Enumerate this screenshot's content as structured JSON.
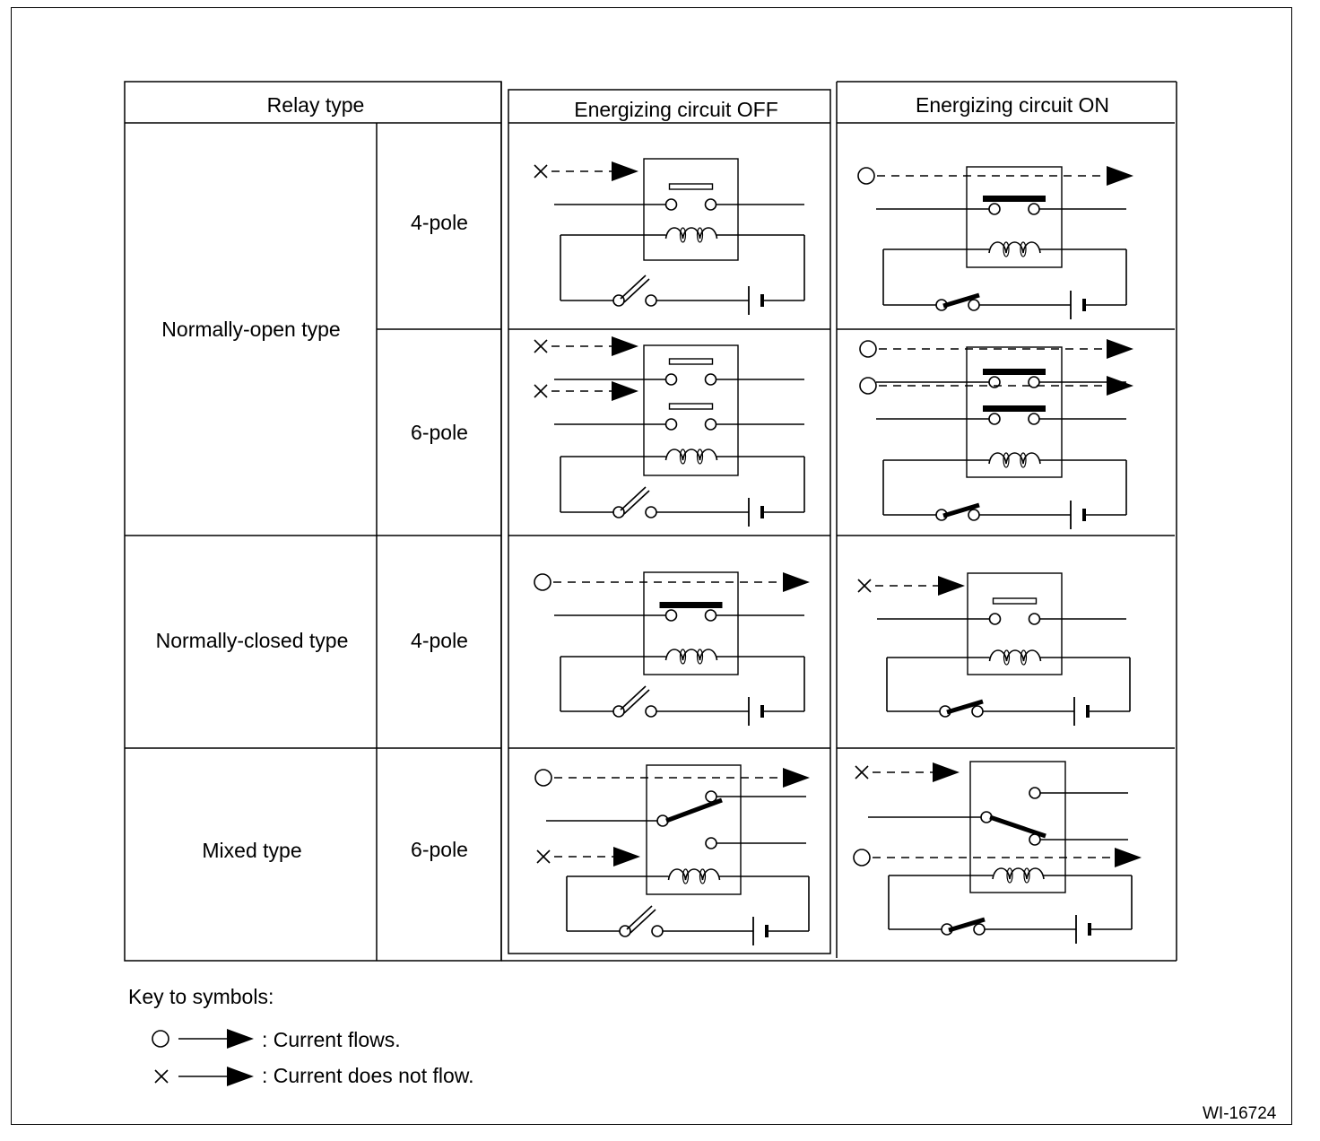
{
  "table": {
    "headers": {
      "relay_type": "Relay type",
      "off": "Energizing circuit OFF",
      "on": "Energizing circuit ON"
    },
    "rows": [
      {
        "type": "Normally-open type",
        "pole": "4-pole",
        "off": {
          "contacts": [
            {
              "state": "open",
              "flow": "×"
            }
          ]
        },
        "on": {
          "contacts": [
            {
              "state": "closed",
              "flow": "○"
            }
          ]
        }
      },
      {
        "type": "",
        "pole": "6-pole",
        "off": {
          "contacts": [
            {
              "state": "open",
              "flow": "×"
            },
            {
              "state": "open",
              "flow": "×"
            }
          ]
        },
        "on": {
          "contacts": [
            {
              "state": "closed",
              "flow": "○"
            },
            {
              "state": "closed",
              "flow": "○"
            }
          ]
        }
      },
      {
        "type": "Normally-closed type",
        "pole": "4-pole",
        "off": {
          "contacts": [
            {
              "state": "closed",
              "flow": "○"
            }
          ]
        },
        "on": {
          "contacts": [
            {
              "state": "open",
              "flow": "×"
            }
          ]
        }
      },
      {
        "type": "Mixed type",
        "pole": "6-pole",
        "off": {
          "upper_flow": "○",
          "lower_flow": "×"
        },
        "on": {
          "upper_flow": "×",
          "lower_flow": "○"
        }
      }
    ]
  },
  "key": {
    "title": "Key to symbols:",
    "flows": ": Current flows.",
    "no_flow": ": Current does not flow."
  },
  "figure_id": "WI-16724"
}
